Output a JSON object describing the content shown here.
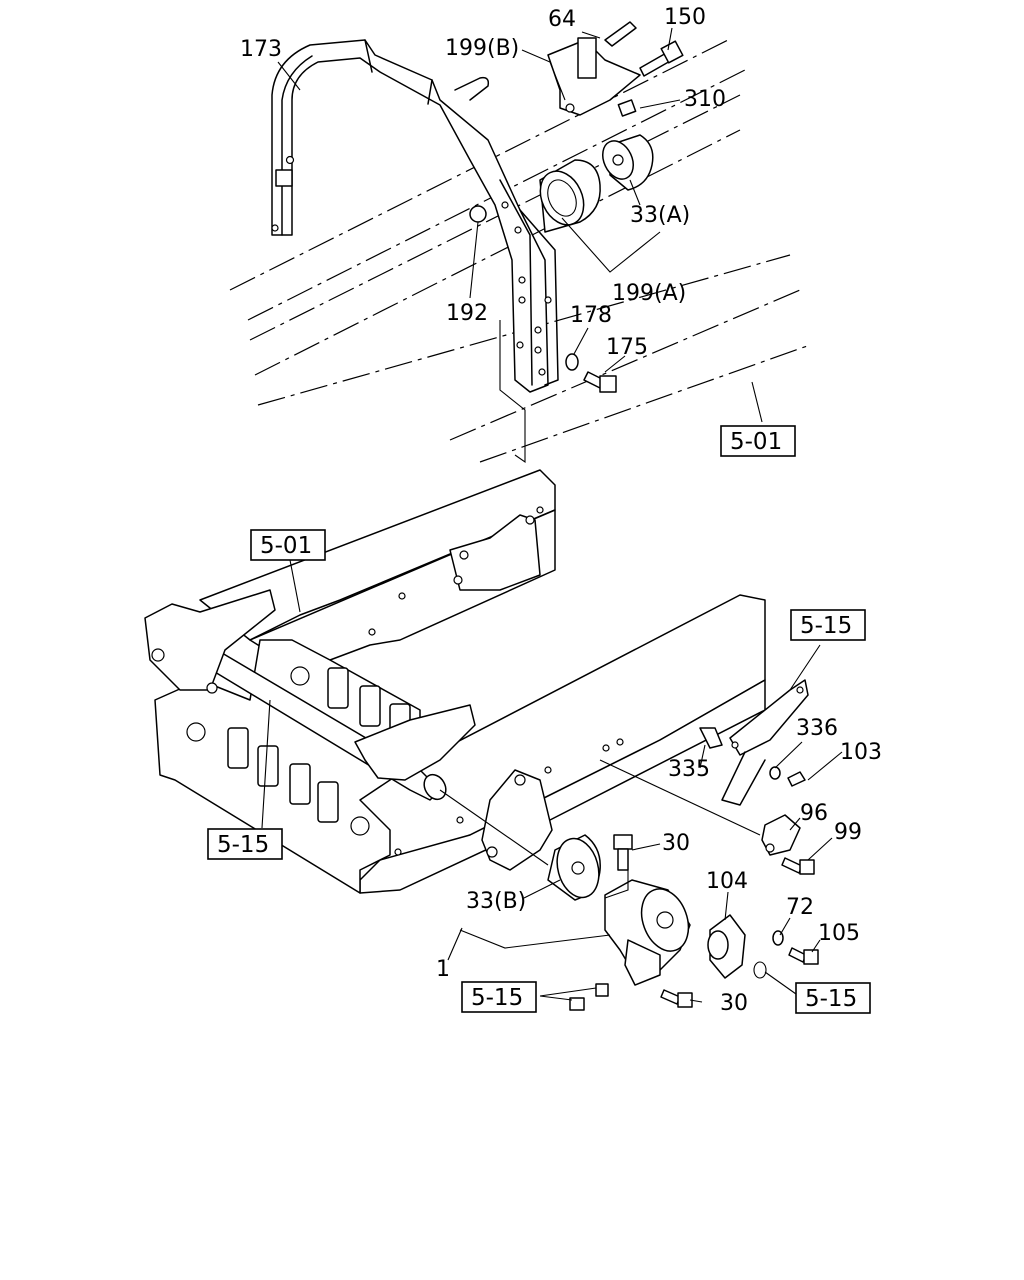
{
  "callouts": {
    "p173": "173",
    "p199b": "199(B)",
    "p64": "64",
    "p150": "150",
    "p310": "310",
    "p33a": "33(A)",
    "p199a": "199(A)",
    "p192": "192",
    "p178": "178",
    "p175": "175",
    "p336": "336",
    "p103": "103",
    "p335": "335",
    "p96": "96",
    "p99": "99",
    "p30a": "30",
    "p33b": "33(B)",
    "p104": "104",
    "p72": "72",
    "p105": "105",
    "p1": "1",
    "p30b": "30"
  },
  "refs": {
    "r501_top": "5-01",
    "r501_left": "5-01",
    "r515_right": "5-15",
    "r515_left": "5-15",
    "r515_bottom_left": "5-15",
    "r515_bottom_right": "5-15"
  }
}
